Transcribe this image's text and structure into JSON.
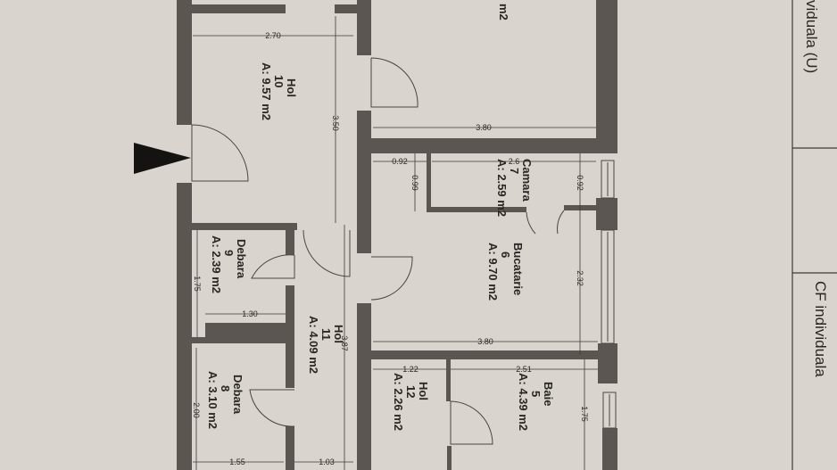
{
  "rooms": [
    {
      "name": "Hol",
      "number": "10",
      "area": "A: 9.57 m2"
    },
    {
      "name": "Camara",
      "number": "7",
      "area": "A: 2.59 m2"
    },
    {
      "name": "Bucatarie",
      "number": "6",
      "area": "A: 9.70 m2"
    },
    {
      "name": "Debara",
      "number": "9",
      "area": "A: 2.39 m2"
    },
    {
      "name": "Hol",
      "number": "11",
      "area": "A: 4.09 m2"
    },
    {
      "name": "Debara",
      "number": "8",
      "area": "A: 3.10 m2"
    },
    {
      "name": "Hol",
      "number": "12",
      "area": "A: 2.26 m2"
    },
    {
      "name": "Baie",
      "number": "5",
      "area": "A: 4.39 m2"
    }
  ],
  "partial_room_area": "m2",
  "dimensions": {
    "hol10_width": "2.70",
    "hol10_length": "3.50",
    "top_room_width": "3.80",
    "camara_left": "0.92",
    "camara_depth": "0.99",
    "camara_width": "2.6",
    "camara_right": "0.92",
    "bucatarie_length": "2.32",
    "bucatarie_width": "3.80",
    "debara9_depth": "1.75",
    "debara9_width": "1.30",
    "hol11_length": "3.87",
    "hol12_width": "1.22",
    "baie_width": "2.51",
    "baie_length": "1.75",
    "debara8_depth": "2.00",
    "debara8_width": "1.55",
    "hol11_width": "1.03"
  },
  "side_panel": {
    "top_label": "viduala (U)",
    "bottom_label": "CF individuala"
  },
  "colors": {
    "paper": "#d9d4cd",
    "wall": "#5b5651"
  }
}
